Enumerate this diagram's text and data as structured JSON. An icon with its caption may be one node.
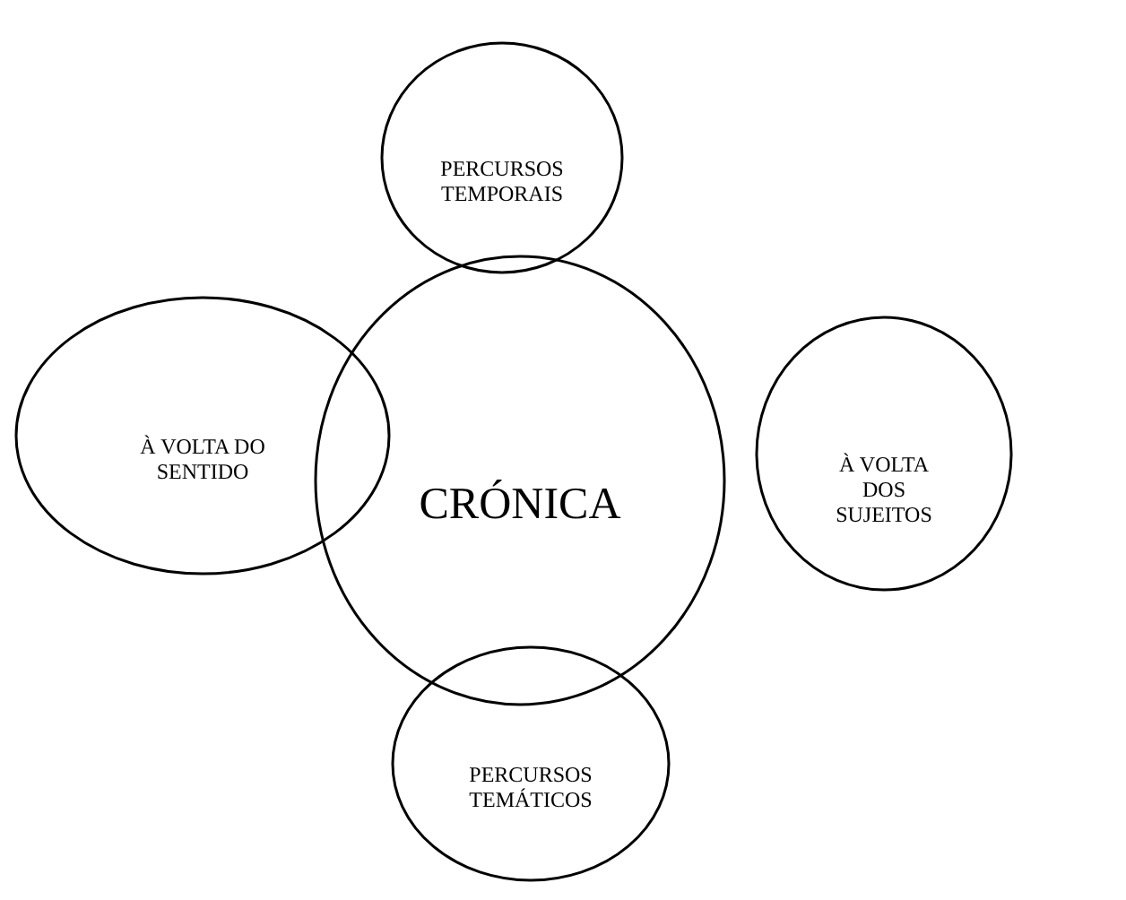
{
  "diagram": {
    "nodes": [
      {
        "text": [
          "PERCURSOS TEMPORAIS"
        ]
      },
      {
        "text": [
          "À VOLTA DO SENTIDO"
        ]
      },
      {
        "text": [
          "CRÓNICA"
        ]
      },
      {
        "text": [
          "À VOLTA DOS SUJEITOS"
        ]
      },
      {
        "text": [
          "PERCURSOS TEMÁTICOS"
        ]
      }
    ]
  }
}
